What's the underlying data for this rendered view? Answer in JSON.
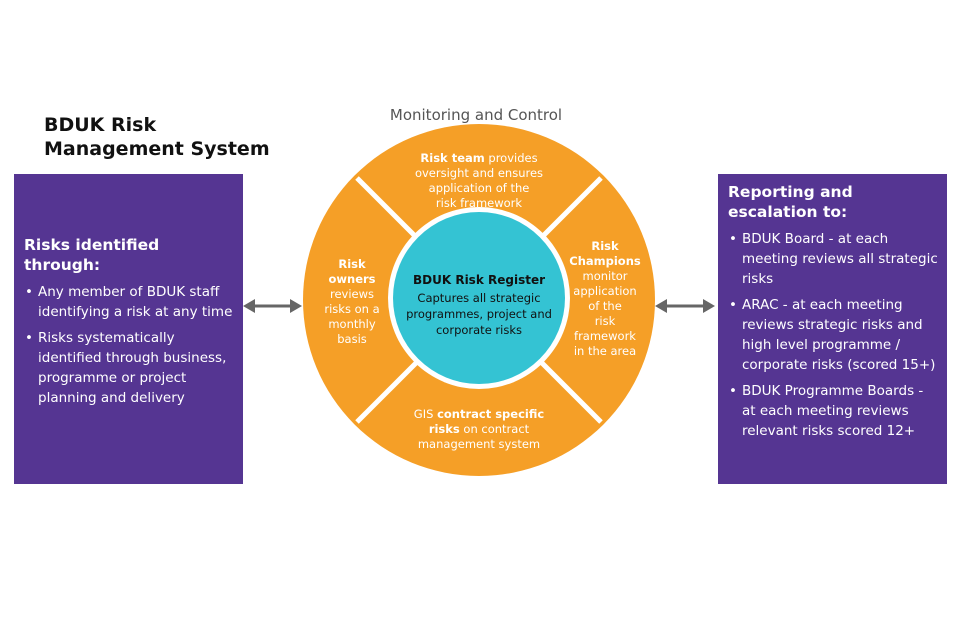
{
  "title": {
    "line1": "BDUK Risk",
    "line2": "Management System"
  },
  "circle_heading": "Monitoring and Control",
  "left_panel": {
    "heading": "Risks identified through:",
    "bullets": [
      "Any member of BDUK staff identifying a risk at any time",
      "Risks systematically identified through business, programme or project planning and delivery"
    ]
  },
  "right_panel": {
    "heading_line1": "Reporting and",
    "heading_line2": "escalation to:",
    "bullets": [
      "BDUK Board - at each meeting reviews all strategic risks",
      "ARAC - at each meeting reviews strategic risks and high level programme / corporate risks (scored 15+)",
      "BDUK Programme Boards - at each meeting reviews relevant risks scored 12+"
    ]
  },
  "center": {
    "title": "BDUK Risk Register",
    "line1": "Captures all strategic",
    "line2": "programmes, project and",
    "line3": "corporate risks"
  },
  "segments": {
    "top": {
      "bold": "Risk team",
      "rest1": " provides",
      "line2": "oversight and ensures",
      "line3": "application of the",
      "line4": "risk framework"
    },
    "left": {
      "bold1": "Risk",
      "bold2": "owners",
      "line3": "reviews",
      "line4": "risks on a",
      "line5": "monthly",
      "line6": "basis"
    },
    "right": {
      "bold1": "Risk",
      "bold2": "Champions",
      "line3": "monitor",
      "line4": "application",
      "line5": "of the",
      "line6": "risk",
      "line7": "framework",
      "line8": "in the area"
    },
    "bottom": {
      "pre": "GIS ",
      "bold": "contract specific",
      "bold2": "risks",
      "rest2": " on contract",
      "line3": "management system"
    }
  },
  "colors": {
    "purple": "#553592",
    "orange": "#F59F27",
    "teal": "#34C3D3",
    "arrow_grey": "#666666"
  }
}
